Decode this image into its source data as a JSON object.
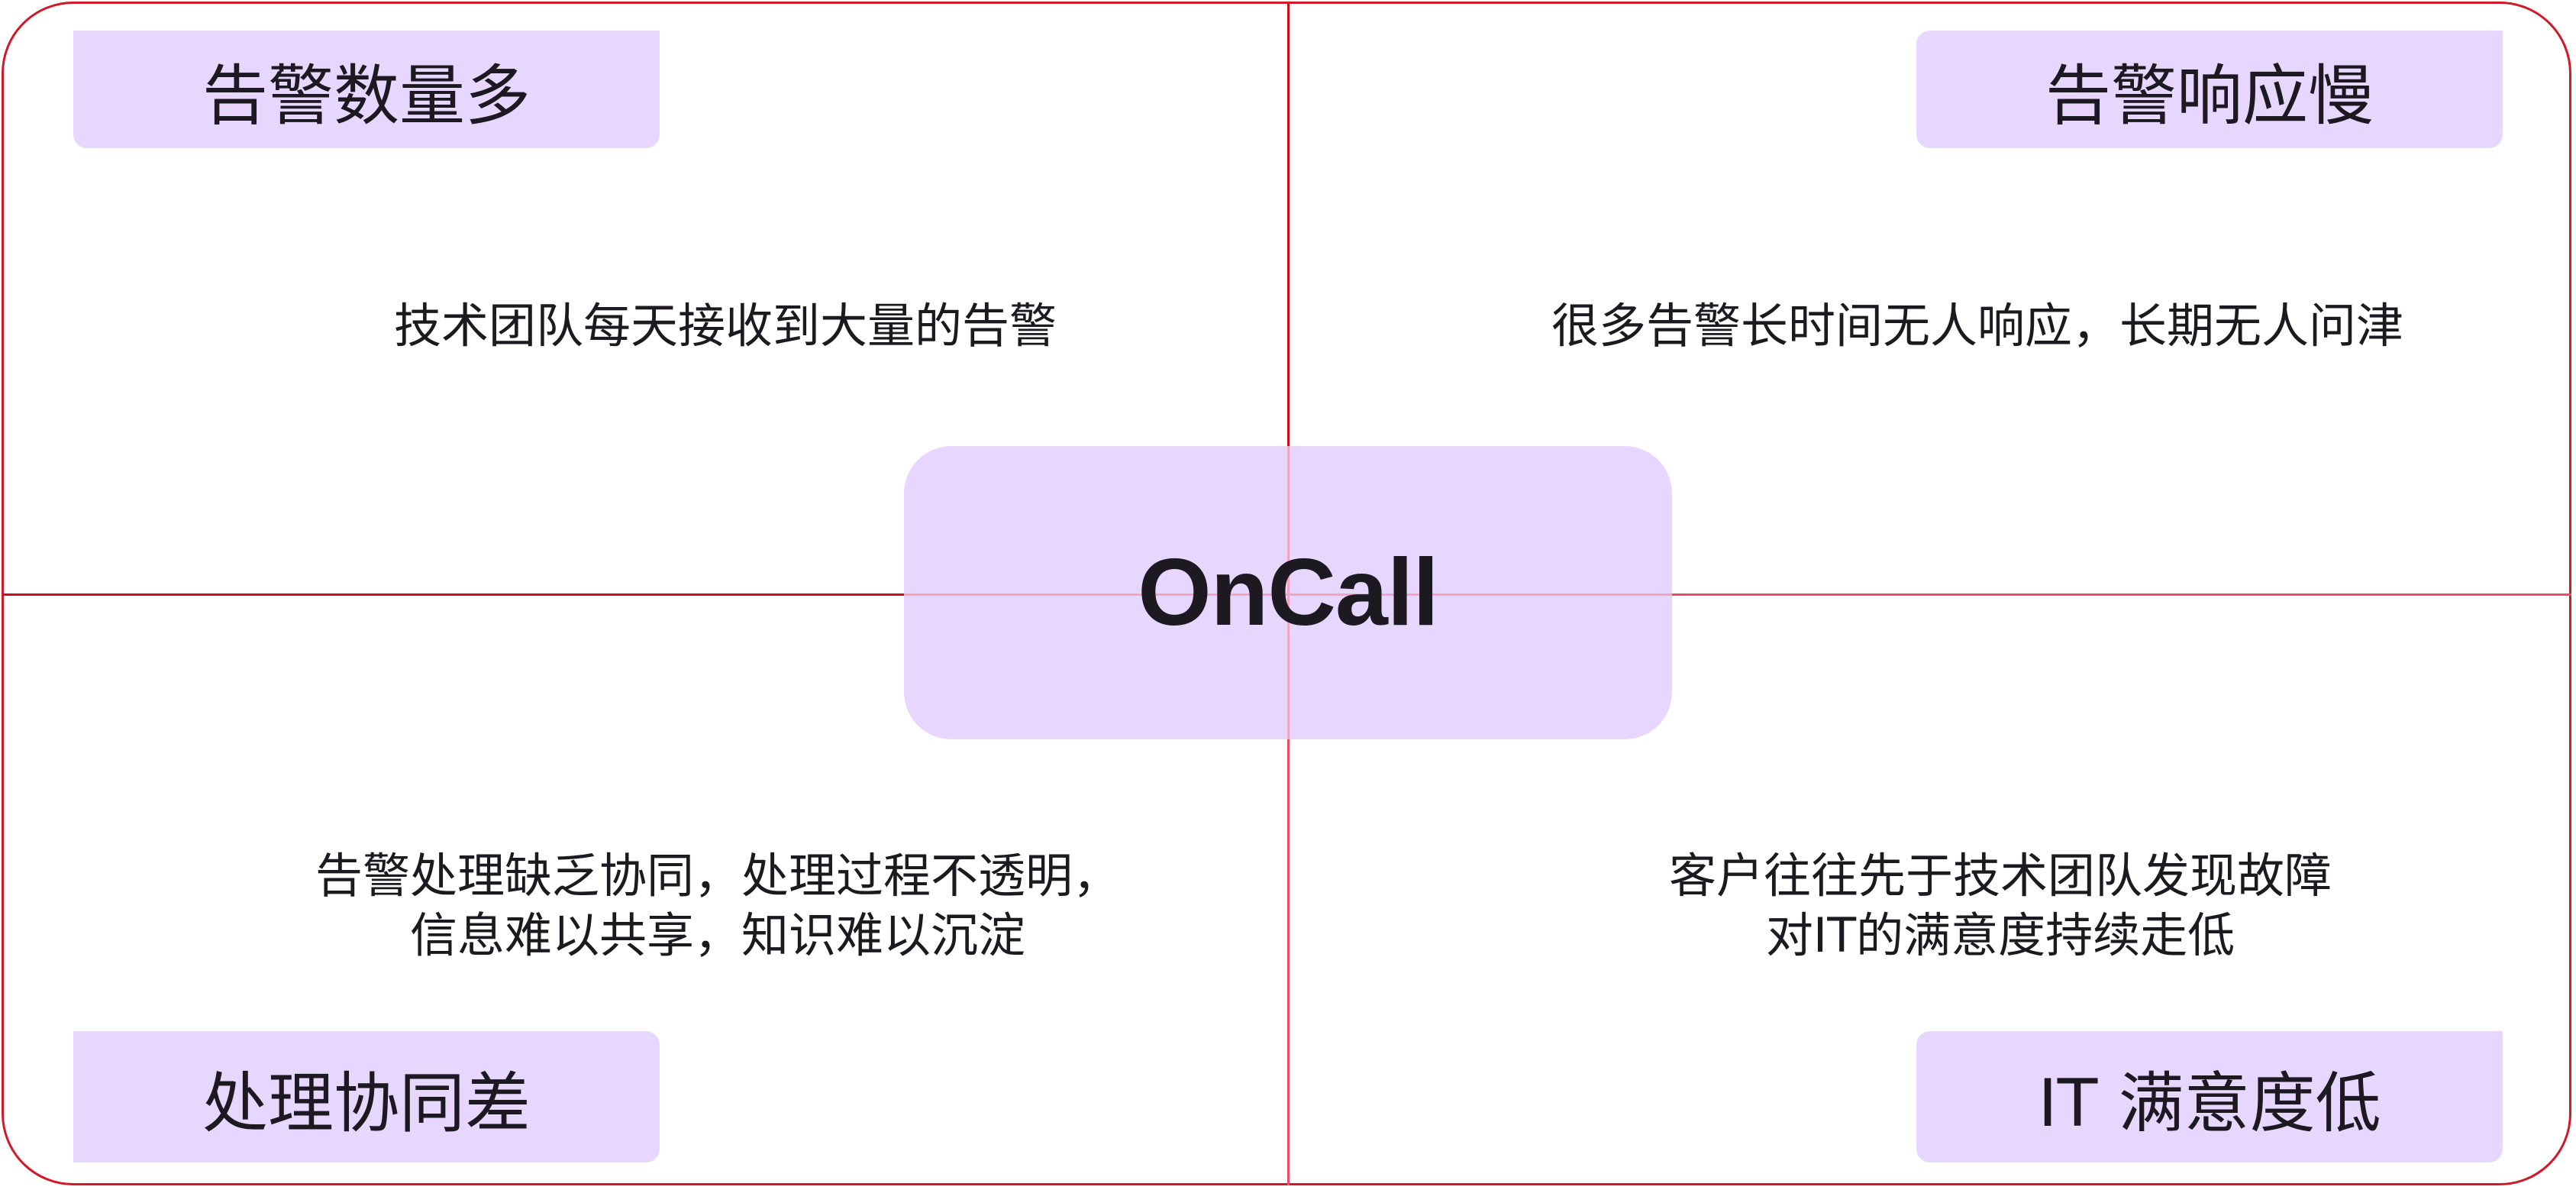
{
  "center": {
    "label": "OnCall"
  },
  "quadrants": {
    "top_left": {
      "title": "告警数量多",
      "description": [
        "技术团队每天接收到大量的告警"
      ]
    },
    "top_right": {
      "title": "告警响应慢",
      "description": [
        "很多告警长时间无人响应，长期无人问津"
      ]
    },
    "bottom_left": {
      "title": "处理协同差",
      "description": [
        "告警处理缺乏协同，处理过程不透明，",
        "信息难以共享，知识难以沉淀"
      ]
    },
    "bottom_right": {
      "title": "IT 满意度低",
      "description": [
        "客户往往先于技术团队发现故障",
        "对IT的满意度持续走低"
      ]
    }
  },
  "colors": {
    "border": "#d01a28",
    "divider_top_left": "#c5101e",
    "divider_bottom_right": "#f04a6a",
    "box_fill": "#e7d7ff",
    "text": "#1c1a20"
  }
}
